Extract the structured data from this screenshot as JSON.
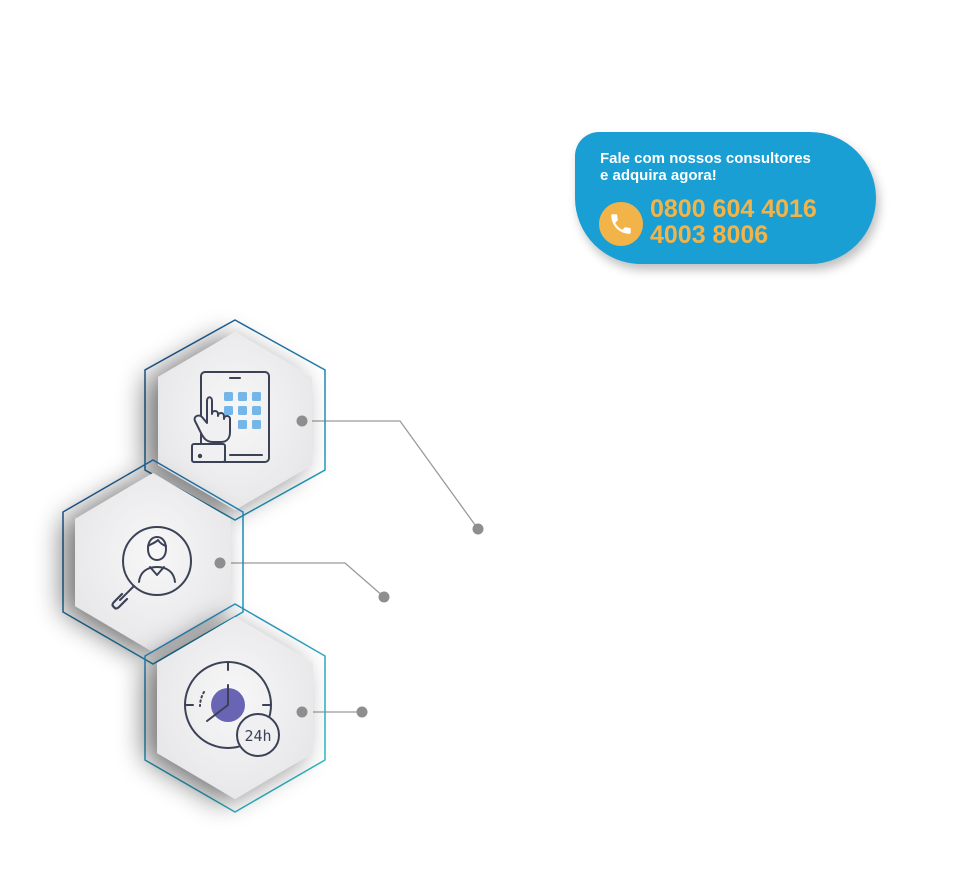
{
  "cta": {
    "line1": "Fale com nossos consultores",
    "line2": "e adquira agora!",
    "phone1": "0800 604 4016",
    "phone2": "4003 8006",
    "icon": "phone-icon",
    "colors": {
      "background": "#1a9fd4",
      "accent": "#f2b449",
      "text": "#ffffff"
    }
  },
  "hexagons": [
    {
      "icon": "tablet-touch-icon"
    },
    {
      "icon": "user-search-icon"
    },
    {
      "icon": "clock-24h-icon",
      "badge": "24h"
    }
  ]
}
